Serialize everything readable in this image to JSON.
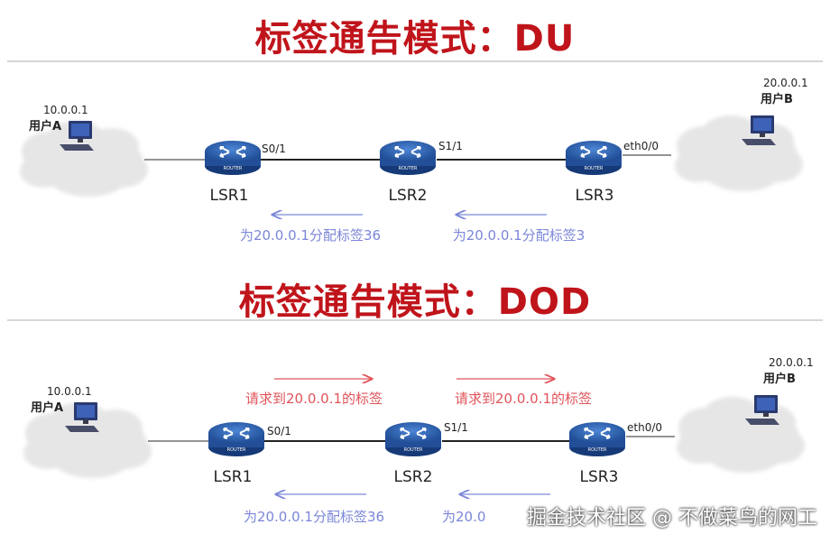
{
  "du": {
    "title": "标签通告模式：DU",
    "userA": {
      "ip": "10.0.0.1",
      "name": "用户A"
    },
    "userB": {
      "ip": "20.0.0.1",
      "name": "用户B"
    },
    "routers": [
      {
        "name": "LSR1",
        "port": "S0/1",
        "badge": "ROUTER"
      },
      {
        "name": "LSR2",
        "port": "S1/1",
        "badge": "ROUTER"
      },
      {
        "name": "LSR3",
        "port": "eth0/0",
        "badge": "ROUTER"
      }
    ],
    "back_labels": [
      "为20.0.0.1分配标签36",
      "为20.0.0.1分配标签3"
    ]
  },
  "dod": {
    "title": "标签通告模式：DOD",
    "userA": {
      "ip": "10.0.0.1",
      "name": "用户A"
    },
    "userB": {
      "ip": "20.0.0.1",
      "name": "用户B"
    },
    "routers": [
      {
        "name": "LSR1",
        "port": "S0/1",
        "badge": "ROUTER"
      },
      {
        "name": "LSR2",
        "port": "S1/1",
        "badge": "ROUTER"
      },
      {
        "name": "LSR3",
        "port": "eth0/0",
        "badge": "ROUTER"
      }
    ],
    "request_labels": [
      "请求到20.0.0.1的标签",
      "请求到20.0.0.1的标签"
    ],
    "back_labels": [
      "为20.0.0.1分配标签36",
      "为20.0"
    ]
  },
  "watermark": "掘金技术社区 @ 不做菜鸟的网工",
  "colors": {
    "title": "#c0141b",
    "reply": "#7b86d8",
    "request": "#e0545a",
    "router": "#2b5fb0",
    "cloud": "#e8e8e8"
  }
}
